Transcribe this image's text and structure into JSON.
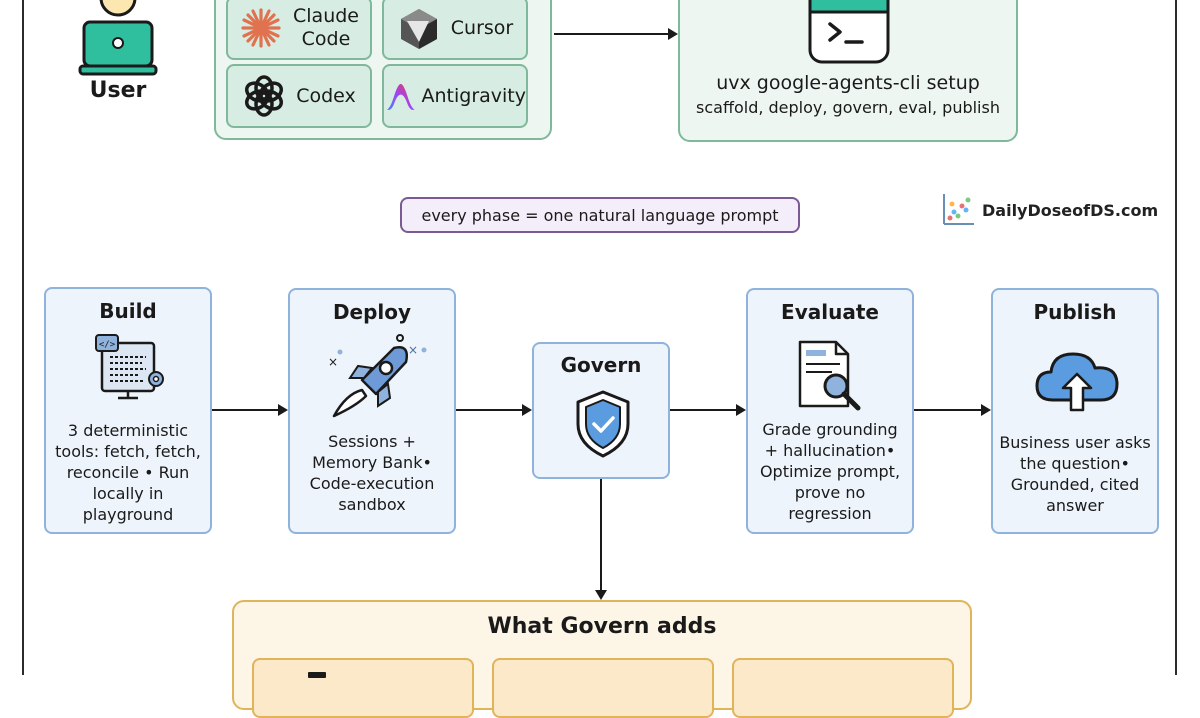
{
  "user": {
    "label": "User"
  },
  "tools": [
    {
      "label": "Claude\nCode",
      "icon": "claude-icon"
    },
    {
      "label": "Cursor",
      "icon": "cursor-icon"
    },
    {
      "label": "Codex",
      "icon": "openai-icon"
    },
    {
      "label": "Antigravity",
      "icon": "antigravity-icon"
    }
  ],
  "cli": {
    "command": "uvx google-agents-cli setup",
    "subtitle": "scaffold, deploy, govern, eval, publish"
  },
  "prompt_pill": "every phase = one natural language prompt",
  "brand": "DailyDoseofDS.com",
  "phases": {
    "build": {
      "title": "Build",
      "desc": "3 deterministic tools: fetch, fetch, reconcile • Run locally in playground"
    },
    "deploy": {
      "title": "Deploy",
      "desc": "Sessions + Memory Bank• Code-execution sandbox"
    },
    "govern": {
      "title": "Govern"
    },
    "evaluate": {
      "title": "Evaluate",
      "desc": "Grade grounding + hallucination• Optimize prompt, prove no regression"
    },
    "publish": {
      "title": "Publish",
      "desc": "Business user asks the question• Grounded, cited answer"
    }
  },
  "govern_adds": {
    "title": "What Govern adds"
  },
  "colors": {
    "green_fill": "#eef6f2",
    "green_border": "#7fb89b",
    "blue_fill": "#eef4fb",
    "blue_border": "#8fb3dd",
    "purple_border": "#7b5a93",
    "orange_fill": "#fdf5e6",
    "orange_border": "#e1b35a"
  }
}
